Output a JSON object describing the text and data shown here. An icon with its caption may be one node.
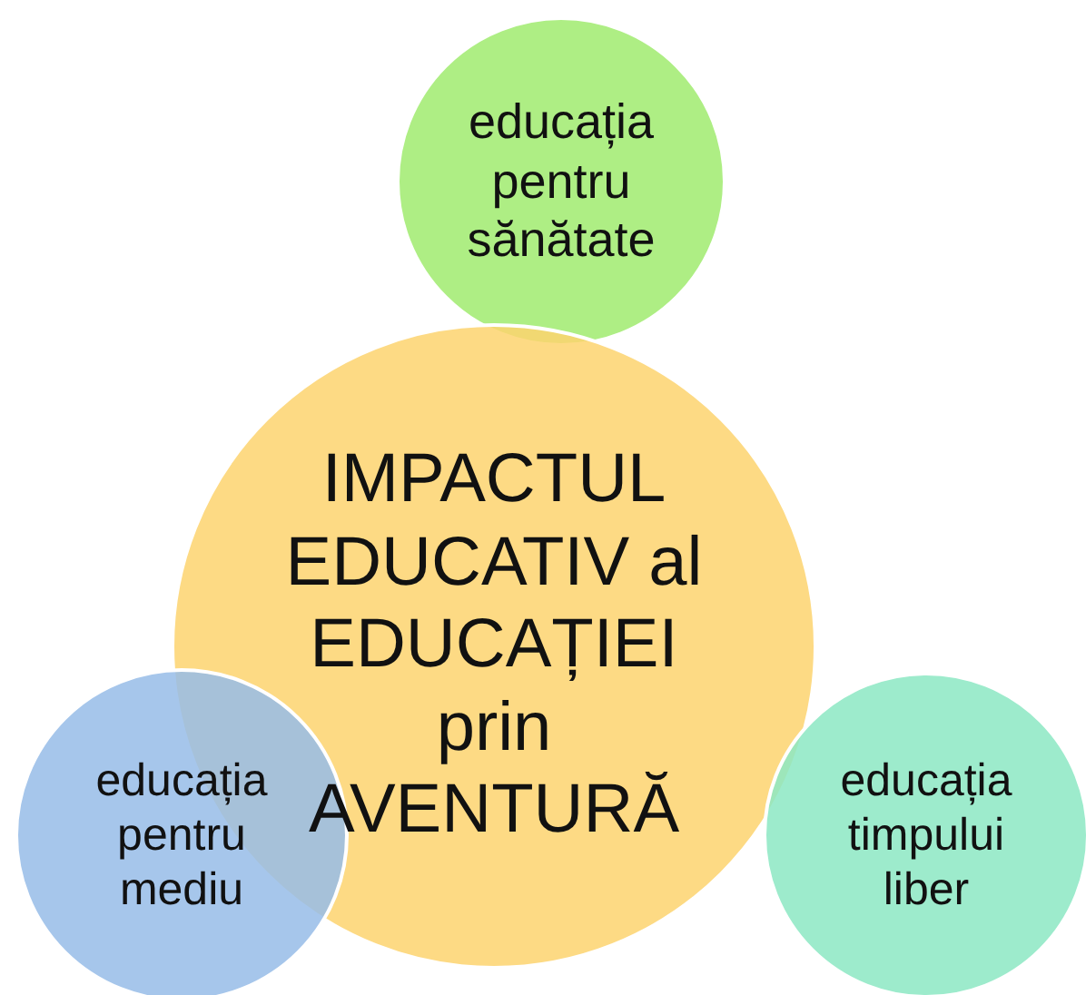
{
  "diagram": {
    "nodes": [
      {
        "text": [
          "educația pentru sănătate"
        ]
      },
      {
        "text": [
          "IMPACTUL EDUCATIV al EDUCAȚIEI prin AVENTURĂ"
        ]
      },
      {
        "text": [
          "educația pentru mediu"
        ]
      },
      {
        "text": [
          "educația timpului liber"
        ]
      }
    ]
  }
}
